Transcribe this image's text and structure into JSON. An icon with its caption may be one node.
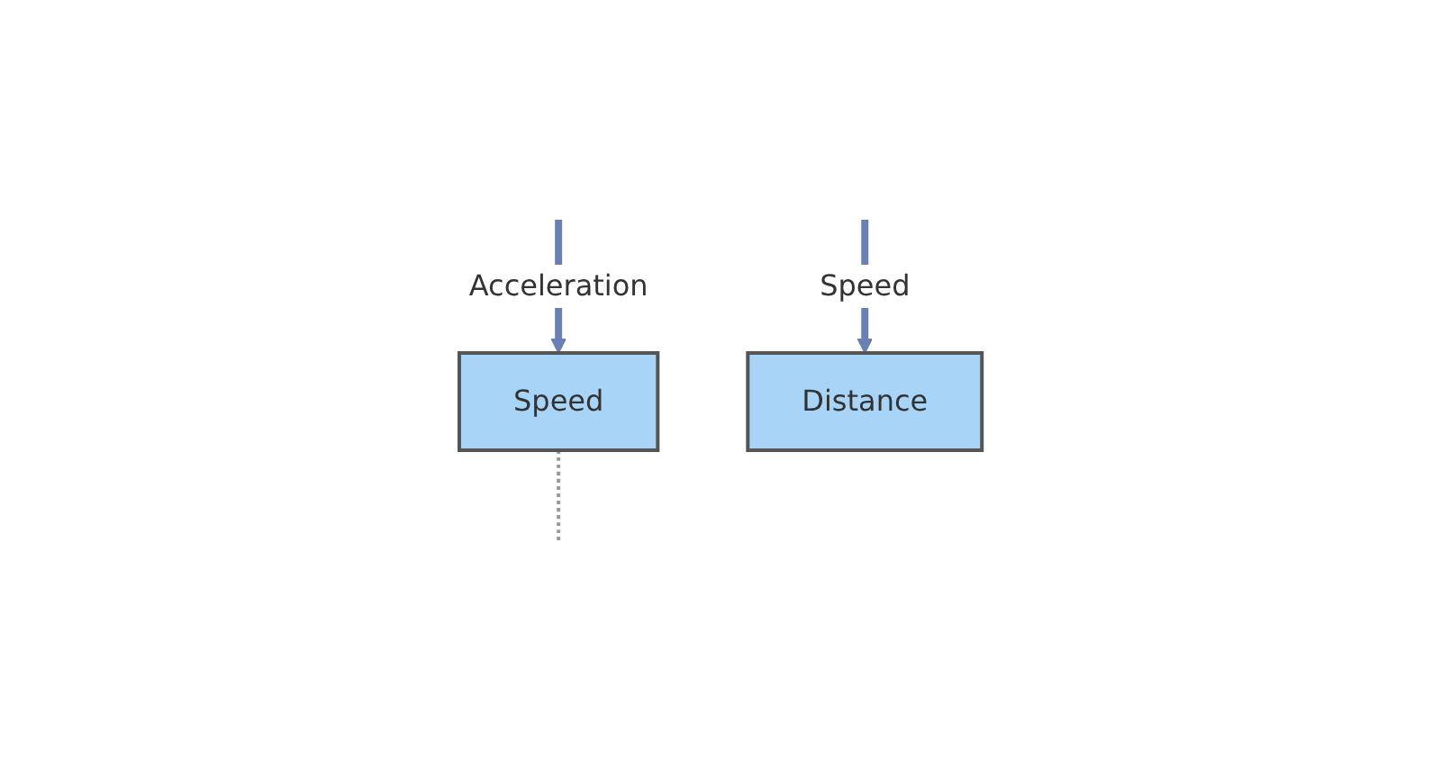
{
  "diagram": {
    "nodes": [
      {
        "text": [
          "Speed"
        ]
      },
      {
        "text": [
          "Distance"
        ]
      }
    ],
    "edges": [
      {
        "from": null,
        "to": 0,
        "arrow": "to",
        "label": "Acceleration"
      },
      {
        "from": null,
        "to": 1,
        "arrow": "to",
        "label": "Speed"
      },
      {
        "from": 0,
        "to": null,
        "arrow": "none",
        "style": "dashed",
        "color": "#999999"
      }
    ]
  }
}
